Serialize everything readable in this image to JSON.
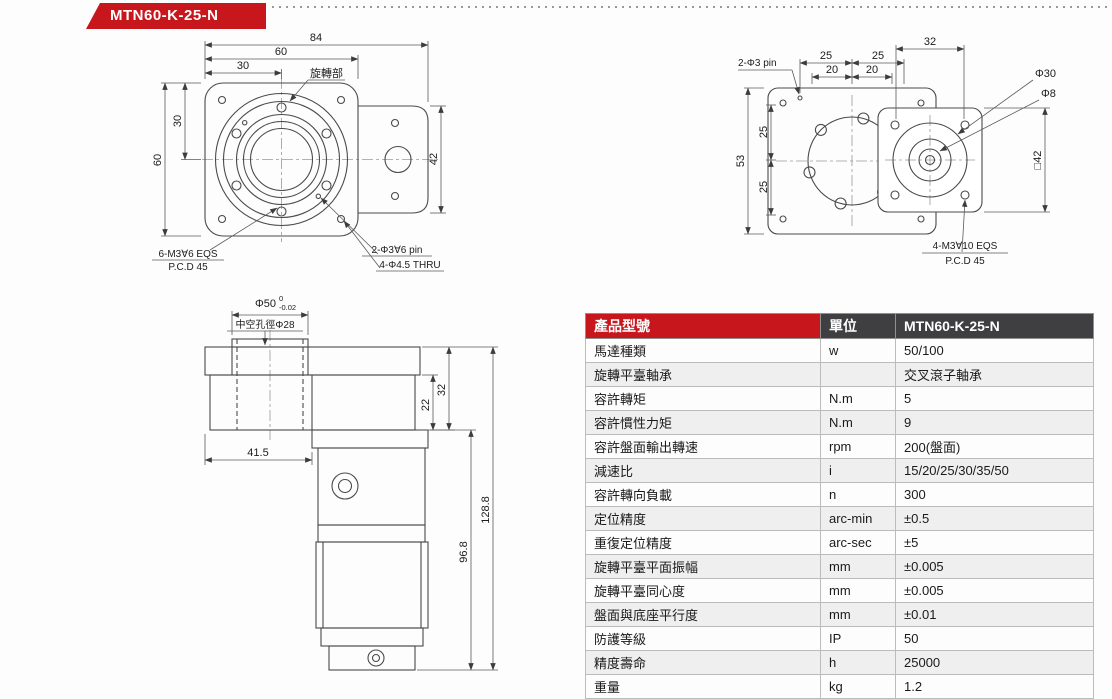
{
  "page": {
    "badge": "MTN60-K-25-N"
  },
  "front_view": {
    "dim_84": "84",
    "dim_60_top": "60",
    "dim_30_top": "30",
    "label_rotating_part": "旋轉部",
    "dim_60_left": "60",
    "dim_30_left": "30",
    "dim_42": "42",
    "note_screws": "6-M3∀6 EQS",
    "note_screws_pcd": "P.C.D 45",
    "note_pins": "2-Φ3∀6 pin",
    "note_thru": "4-Φ4.5 THRU"
  },
  "rear_view": {
    "note_pins": "2-Φ3 pin",
    "dim_32": "32",
    "dim_25_top_1": "25",
    "dim_25_top_2": "25",
    "dim_20_1": "20",
    "dim_20_2": "20",
    "dim_phi30": "Φ30",
    "dim_phi8": "Φ8",
    "dim_53": "53",
    "dim_25_left_1": "25",
    "dim_25_left_2": "25",
    "dim_sq42": "□42",
    "note_screws": "4-M3∀10 EQS",
    "note_screws_pcd": "P.C.D 45"
  },
  "side_view": {
    "dim_phi50": "Φ50",
    "tol_upper": "0",
    "tol_lower": "-0.02",
    "label_bore": "中空孔徑Φ28",
    "dim_22": "22",
    "dim_32": "32",
    "dim_41_5": "41.5",
    "dim_96_8": "96.8",
    "dim_128_8": "128.8"
  },
  "spec_table": {
    "headers": [
      "產品型號",
      "單位",
      "MTN60-K-25-N"
    ],
    "rows": [
      {
        "name": "馬達種類",
        "unit": "w",
        "value": "50/100"
      },
      {
        "name": "旋轉平臺軸承",
        "unit": "",
        "value": "交叉滾子軸承"
      },
      {
        "name": "容許轉矩",
        "unit": "N.m",
        "value": "5"
      },
      {
        "name": "容許慣性力矩",
        "unit": "N.m",
        "value": "9"
      },
      {
        "name": "容許盤面輸出轉速",
        "unit": "rpm",
        "value": "200(盤面)"
      },
      {
        "name": "減速比",
        "unit": "i",
        "value": "15/20/25/30/35/50"
      },
      {
        "name": "容許轉向負載",
        "unit": "n",
        "value": "300"
      },
      {
        "name": "定位精度",
        "unit": "arc-min",
        "value": "±0.5"
      },
      {
        "name": "重復定位精度",
        "unit": "arc-sec",
        "value": "±5"
      },
      {
        "name": "旋轉平臺平面振幅",
        "unit": "mm",
        "value": "±0.005"
      },
      {
        "name": "旋轉平臺同心度",
        "unit": "mm",
        "value": "±0.005"
      },
      {
        "name": "盤面與底座平行度",
        "unit": "mm",
        "value": "±0.01"
      },
      {
        "name": "防護等級",
        "unit": "IP",
        "value": "50"
      },
      {
        "name": "精度壽命",
        "unit": "h",
        "value": "25000"
      },
      {
        "name": "重量",
        "unit": "kg",
        "value": "1.2"
      }
    ],
    "colors": {
      "header_red": "#c8161d",
      "header_dark": "#3f3f41"
    }
  }
}
